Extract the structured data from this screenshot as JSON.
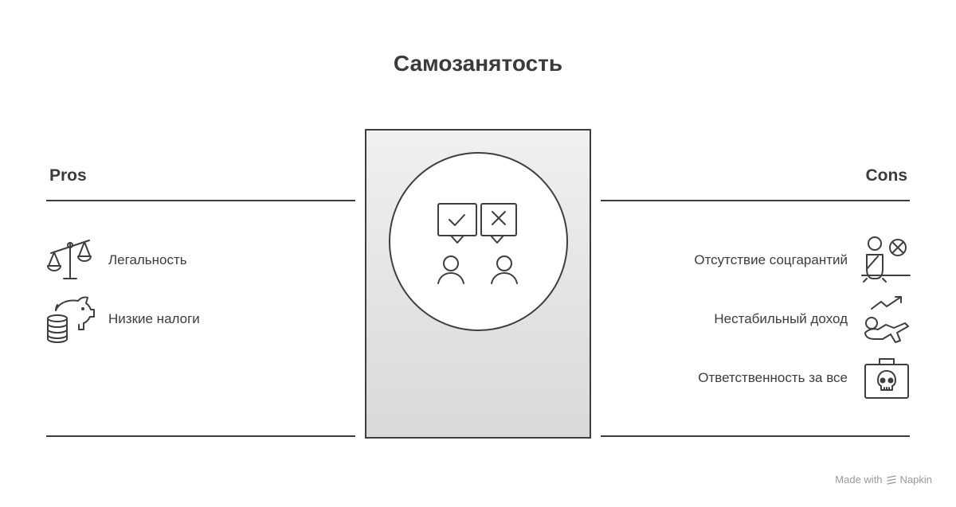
{
  "title": "Самозанятость",
  "pros": {
    "heading": "Pros",
    "items": [
      {
        "label": "Легальность",
        "icon": "balance-scale-icon"
      },
      {
        "label": "Низкие налоги",
        "icon": "piggy-bank-coins-icon"
      }
    ]
  },
  "cons": {
    "heading": "Cons",
    "items": [
      {
        "label": "Отсутствие соцгарантий",
        "icon": "person-no-protection-icon"
      },
      {
        "label": "Нестабильный доход",
        "icon": "volatile-income-icon"
      },
      {
        "label": "Ответственность за все",
        "icon": "skull-toolbox-icon"
      }
    ]
  },
  "center": {
    "icon": "pros-cons-people-icon"
  },
  "footer": {
    "prefix": "Made with",
    "brand": "Napkin"
  },
  "colors": {
    "line": "#3e3e3e",
    "text": "#3b3b3b",
    "panel_top": "#f0f0f0",
    "panel_bottom": "#d9d9d9",
    "footer": "#9a9a9a"
  }
}
